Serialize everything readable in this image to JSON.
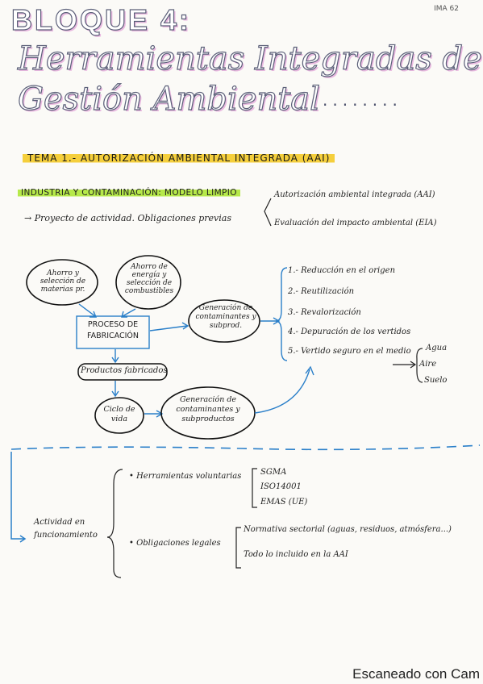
{
  "header": {
    "bloque": "BLOQUE 4:",
    "corner_note": "IMA 62",
    "title_line1": "Herramientas Integradas de",
    "title_line2": "Gestión Ambiental",
    "title_dots": "........"
  },
  "tema": "TEMA 1.- AUTORIZACIÓN AMBIENTAL INTEGRADA (AAI)",
  "section": "INDUSTRIA Y CONTAMINACIÓN: MODELO LIMPIO",
  "proyecto": {
    "label": "→ Proyecto de actividad. Obligaciones previas",
    "items": [
      "Autorización ambiental integrada (AAI)",
      "Evaluación del impacto ambiental (EIA)"
    ]
  },
  "diagram": {
    "ahorro_materias": "Ahorro y selección de materias pr.",
    "ahorro_energia": "Ahorro de energía y selección de combustibles",
    "proceso": "PROCESO DE FABRICACIÓN",
    "generacion1": "Generación de contaminantes y subprod.",
    "productos": "Productos fabricados",
    "ciclo": "Ciclo de vida",
    "generacion2": "Generación de contaminantes y subproductos",
    "steps": [
      "1.- Reducción en el origen",
      "2.- Reutilización",
      "3.- Revalorización",
      "4.- Depuración de los vertidos",
      "5.- Vertido seguro en el medio"
    ],
    "medios": [
      "Agua",
      "Aire",
      "Suelo"
    ]
  },
  "actividad": {
    "label": "Actividad en funcionamiento",
    "herramientas_label": "• Herramientas voluntarias",
    "herramientas": [
      "SGMA",
      "ISO14001",
      "EMAS (UE)"
    ],
    "obligaciones_label": "• Obligaciones legales",
    "obligaciones": [
      "Normativa sectorial (aguas, residuos, atmósfera...)",
      "Todo lo incluido en la AAI"
    ]
  },
  "footer": {
    "scan": "Escaneado con Cam"
  }
}
